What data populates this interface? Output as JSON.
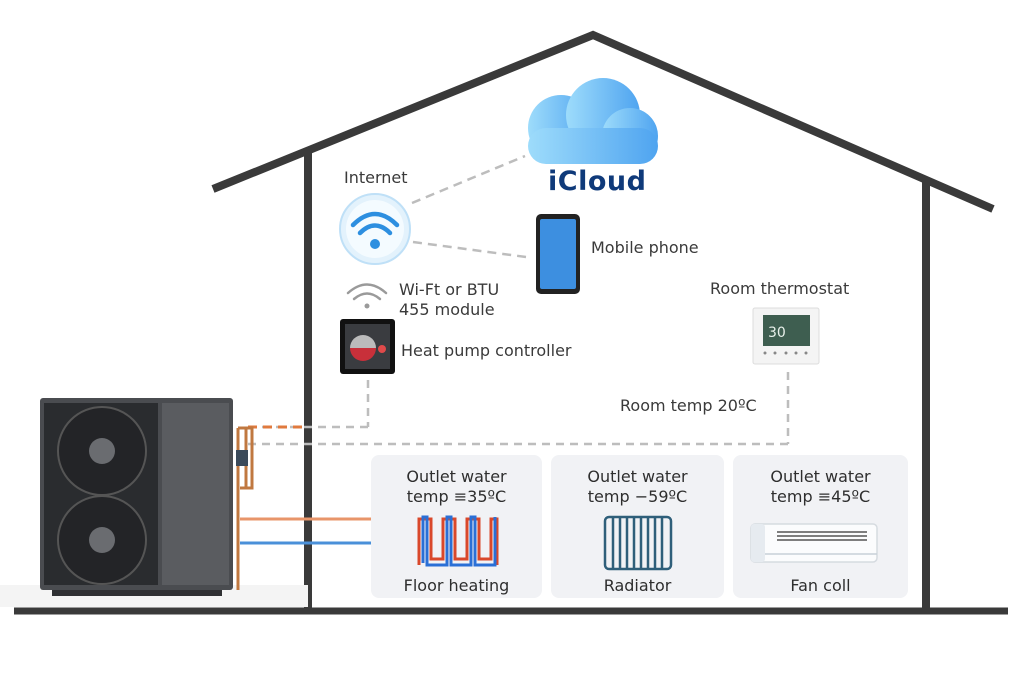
{
  "diagram": {
    "cloud": {
      "label": "iCloud",
      "color": "#5eb3f5"
    },
    "internet": {
      "label": "Internet"
    },
    "mobile": {
      "label": "Mobile phone"
    },
    "module": {
      "label_line1": "Wi-Ft or BTU",
      "label_line2": "455 module"
    },
    "controller": {
      "label": "Heat pump controller"
    },
    "thermostat": {
      "label": "Room thermostat",
      "display": "30"
    },
    "room_temp": {
      "label": "Room temp 20ºC"
    },
    "emitters": [
      {
        "title_line1": "Outlet water",
        "title_line2": "temp ≡35ºC",
        "name": "Floor heating"
      },
      {
        "title_line1": "Outlet water",
        "title_line2": "temp −59ºC",
        "name": "Radiator"
      },
      {
        "title_line1": "Outlet water",
        "title_line2": "temp ≡45ºC",
        "name": "Fan coll"
      }
    ],
    "colors": {
      "house": "#3a3a3a",
      "hot_pipe": "#e8804a",
      "cold_pipe": "#4a90d9",
      "dash": "#b5b5b5",
      "thermostat_screen": "#3e5e50"
    }
  }
}
